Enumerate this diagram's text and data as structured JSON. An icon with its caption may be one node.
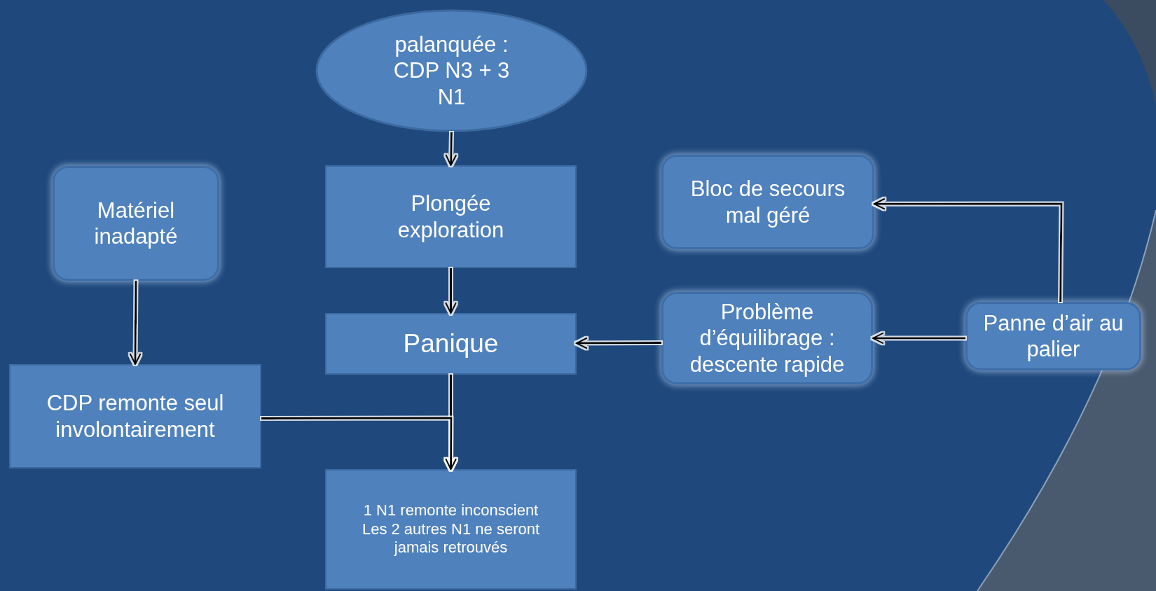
{
  "diagram": {
    "nodes": [
      {
        "text": [
          "palanquée : CDP N3 + 3 N1"
        ]
      },
      {
        "text": [
          "Plongée exploration"
        ]
      },
      {
        "text": [
          "Panique"
        ]
      },
      {
        "text": [
          "Matériel inadapté"
        ]
      },
      {
        "text": [
          "CDP remonte seul involontairement"
        ]
      },
      {
        "text": [
          "1 N1 remonte inconscient",
          "Les 2 autres N1 ne seront jamais retrouvés"
        ]
      },
      {
        "text": [
          "Bloc de secours mal géré"
        ]
      },
      {
        "text": [
          "Problème d’équilibrage : descente rapide"
        ]
      },
      {
        "text": [
          "Panne d’air au palier"
        ]
      }
    ],
    "edges": [
      {
        "from": 0,
        "to": 1,
        "arrow": "to"
      },
      {
        "from": 1,
        "to": 2,
        "arrow": "to"
      },
      {
        "from": 3,
        "to": 4,
        "arrow": "to"
      },
      {
        "from": 7,
        "to": 2,
        "arrow": "to"
      },
      {
        "from": 8,
        "to": 7,
        "arrow": "to"
      },
      {
        "from": 8,
        "to": 6,
        "arrow": "to"
      },
      {
        "from": 2,
        "to": 5,
        "arrow": "to"
      },
      {
        "from": 4,
        "to": 5,
        "arrow": "to"
      }
    ]
  }
}
